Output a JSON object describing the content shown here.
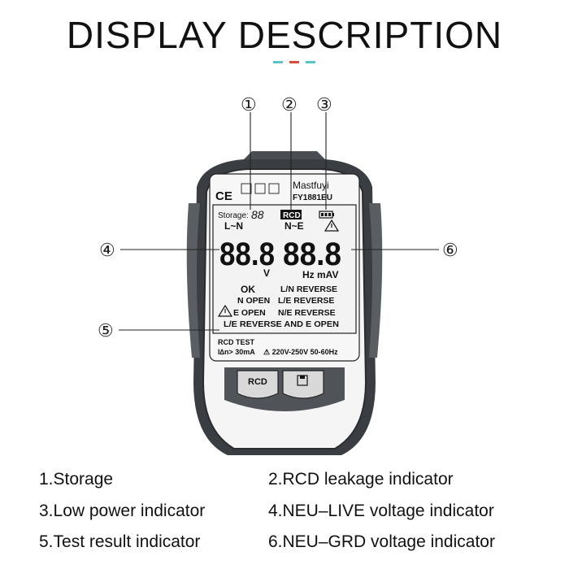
{
  "header": {
    "title": "DISPLAY DESCRIPTION",
    "accent_colors": [
      "#5bc4c9",
      "#d94b3c",
      "#5bc4c9"
    ]
  },
  "callouts": {
    "n1": "①",
    "n2": "②",
    "n3": "③",
    "n4": "④",
    "n5": "⑤",
    "n6": "⑥"
  },
  "device": {
    "brand": "Mastfuyi",
    "model": "FY1881EU",
    "ce_mark": "CE",
    "storage_label": "Storage:",
    "storage_digits": "88",
    "rcd_badge": "RCD",
    "ln_label": "L~N",
    "ne_label": "N~E",
    "left_digits": "88.8",
    "right_digits": "88.8",
    "volt_unit": "V",
    "right_units": "Hz mAV",
    "ok": "OK",
    "n_open": "N OPEN",
    "e_open": "E OPEN",
    "ln_reverse": "L/N REVERSE",
    "le_reverse": "L/E REVERSE",
    "ne_reverse": "N/E REVERSE",
    "le_reverse_and_e_open": "L/E REVERSE AND E OPEN",
    "rcd_test": "RCD TEST",
    "rcd_current": "I∆n> 30mA",
    "rating": "⚠ 220V-250V  50-60Hz",
    "rcd_button": "RCD",
    "warning_icon": "warning-triangle-icon",
    "battery_icon": "battery-icon",
    "storage_button_icon": "storage-icon"
  },
  "legend": {
    "item1": "1.Storage",
    "item2": "2.RCD leakage indicator",
    "item3": "3.Low power indicator",
    "item4": "4.NEU–LIVE voltage indicator",
    "item5": "5.Test result indicator",
    "item6": "6.NEU–GRD voltage indicator"
  }
}
